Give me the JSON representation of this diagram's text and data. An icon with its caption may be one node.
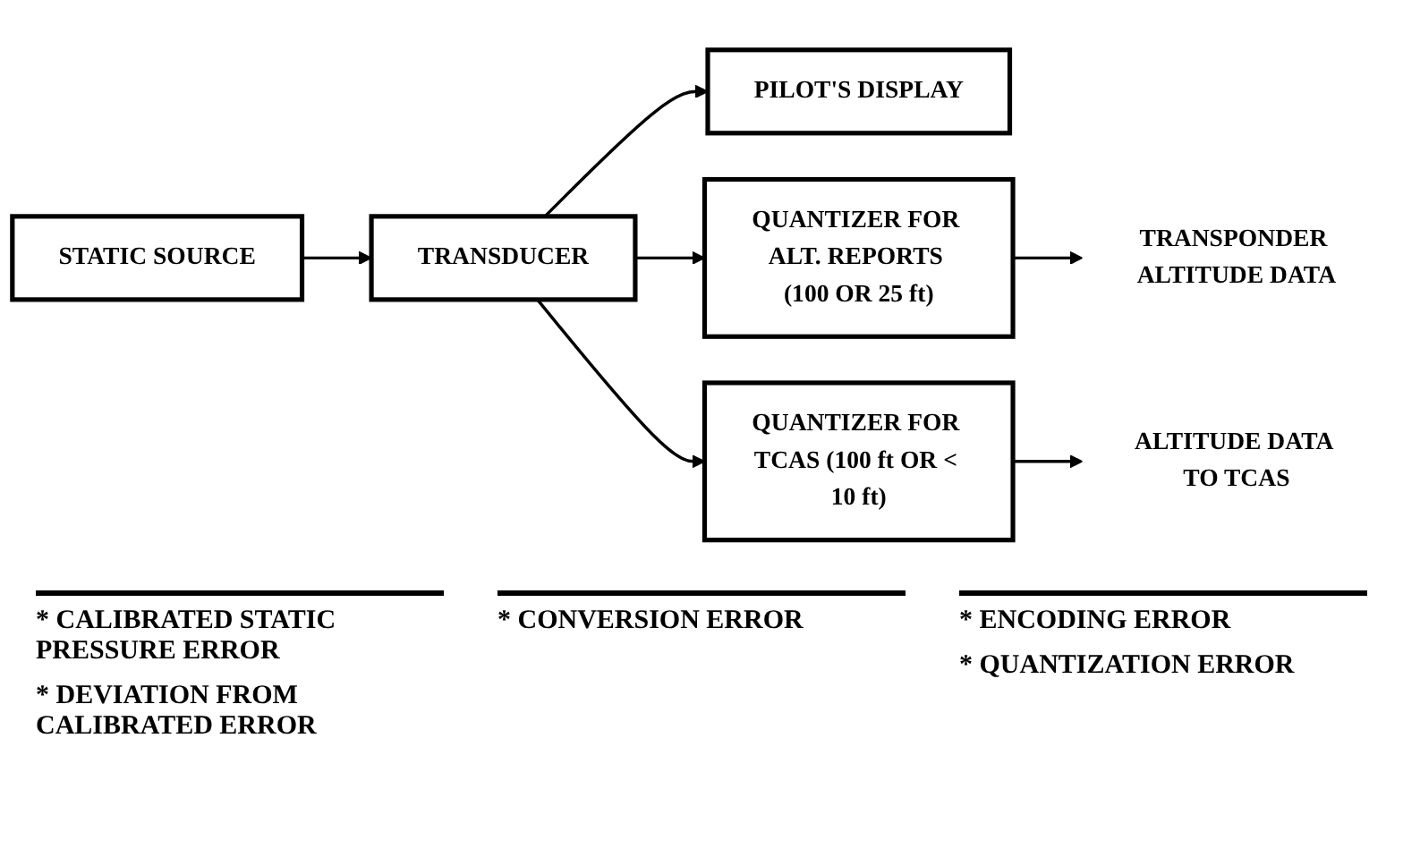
{
  "diagram": {
    "nodes": [
      {
        "text": [
          "STATIC SOURCE"
        ]
      },
      {
        "text": [
          "TRANSDUCER"
        ]
      },
      {
        "text": [
          "PILOT'S DISPLAY"
        ]
      },
      {
        "text": [
          "QUANTIZER FOR ALT. REPORTS (100 OR 25 ft)"
        ]
      },
      {
        "text": [
          "QUANTIZER FOR TCAS (100 ft OR < 10 ft)"
        ]
      },
      {
        "text": [
          "TRANSPONDER ALTITUDE DATA"
        ]
      },
      {
        "text": [
          "ALTITUDE DATA TO TCAS"
        ]
      }
    ],
    "edges": [
      {
        "from": 0,
        "to": 1,
        "arrow": "to"
      },
      {
        "from": 1,
        "to": 2,
        "arrow": "to"
      },
      {
        "from": 1,
        "to": 3,
        "arrow": "to"
      },
      {
        "from": 1,
        "to": 4,
        "arrow": "to"
      },
      {
        "from": 3,
        "to": 5,
        "arrow": "to"
      },
      {
        "from": 4,
        "to": 6,
        "arrow": "to"
      }
    ],
    "labels": [
      "* CALIBRATED STATIC PRESSURE ERROR",
      "* DEVIATION FROM CALIBRATED ERROR",
      "* CONVERSION ERROR",
      "* ENCODING ERROR",
      "* QUANTIZATION ERROR"
    ]
  }
}
